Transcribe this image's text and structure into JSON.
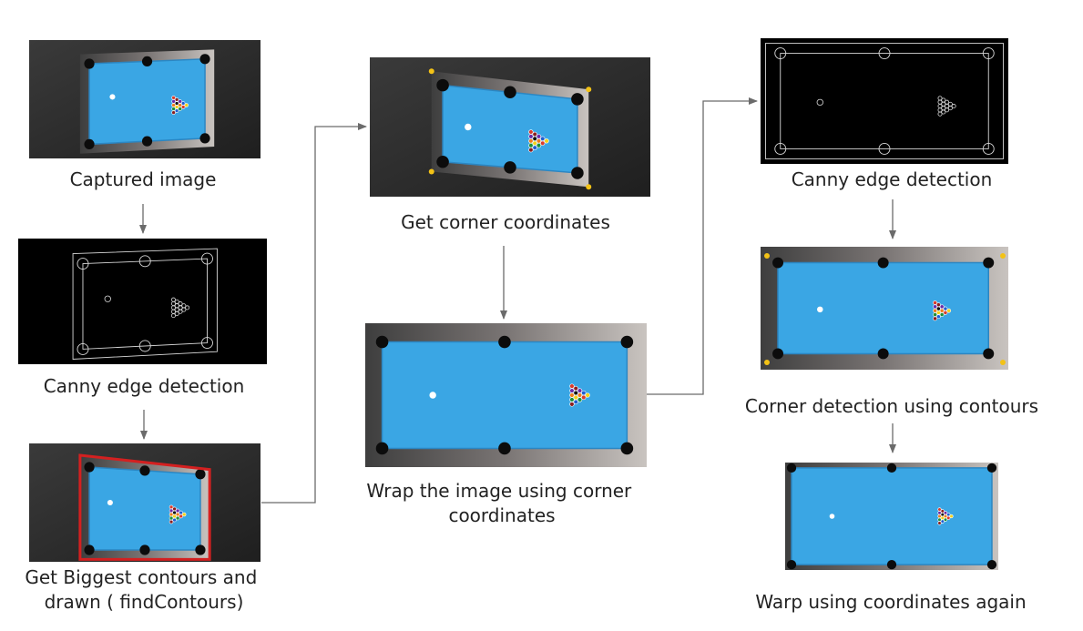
{
  "steps": [
    {
      "id": "captured",
      "label": [
        "Captured image"
      ]
    },
    {
      "id": "canny1",
      "label": [
        "Canny edge detection"
      ]
    },
    {
      "id": "contours",
      "label": [
        "Get Biggest contours and",
        "drawn ( findContours)"
      ]
    },
    {
      "id": "corners",
      "label": [
        "Get corner coordinates"
      ]
    },
    {
      "id": "wrap",
      "label": [
        "Wrap the image using corner",
        "coordinates"
      ]
    },
    {
      "id": "canny2",
      "label": [
        "Canny edge detection"
      ]
    },
    {
      "id": "corner_contours",
      "label": [
        "Corner detection using contours"
      ]
    },
    {
      "id": "warp_again",
      "label": [
        "Warp using coordinates again"
      ]
    }
  ],
  "colors": {
    "felt": "#3aa6e4",
    "felt_dark": "#2b86c2",
    "rail": "#5a5a5a",
    "background": "#2b2b2b",
    "edge_bg": "#000000",
    "edge_line": "#d8d8d8",
    "contour": "#d42020",
    "corner_dot": "#f3c216",
    "arrow": "#6b6b6b"
  }
}
